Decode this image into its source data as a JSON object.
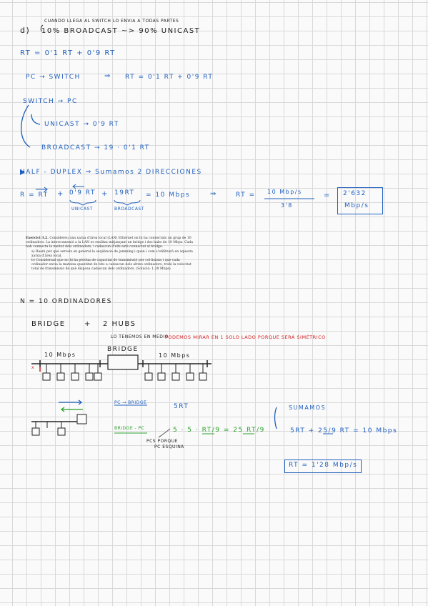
{
  "section_d": {
    "note": "CUANDO LLEGA AL SWITCH LO ENVIA A TODAS PARTES",
    "label": "d)",
    "text": "10% BROADCAST ~> 90% UNICAST"
  },
  "formula_rt": "RT = 0'1 RT + 0'9 RT",
  "pc_switch": {
    "left": "PC → SWITCH",
    "arrow": "⇒",
    "right": "RT = 0'1 RT + 0'9 RT"
  },
  "switch_pc": {
    "title": "SWITCH → PC",
    "unicast": "UNICAST → 0'9 RT",
    "broadcast": "BROADCAST → 19 · 0'1 RT"
  },
  "half_duplex": "HALF - DUPLEX ⇒ Sumamos 2 DIRECCIONES",
  "equation": {
    "lhs": "R = RT",
    "plus1": "+",
    "term1": "0'9 RT",
    "term1_label": "UNICAST",
    "plus2": "+",
    "term2": "19RT",
    "term2_label": "BROADCAST",
    "eq": "= 10 Mbps",
    "implies": "⇒",
    "rt": "RT =",
    "numerator": "10 Mbp/s",
    "denominator": "3'8",
    "equals": "=",
    "result_line1": "2'632",
    "result_line2": "Mbp/s"
  },
  "exercise": {
    "title": "Exercici 3.2.",
    "body": "Considereu una xarxa d'àrea local (LAN) Ethernet on hi ha connectats un grup de 10 ordinadors. La interconnexió a la LAN es realitza mitjançant un bridge i dos hubs de 10 Mbps. Cada hub connecta la meitat dels ordinadors, i cadascun d'ells està connectat al bridge.",
    "item_a": "a) Raoni per què serveix en general la seqüència de jamming i quan i com s'utilitzarà en aquesta xarxa d'àrea local.",
    "item_b": "b) Considerant que no hi ha pèrdua de capacitat de transmissió per col·lisions i que cada ordinador envia la mateixa quantitat de bits a cadascun dels altres ordinadors, trobi la velocitat total de transmissió de què disposa cadascun dels ordinadors. (Solució: 1,28 Mbps)."
  },
  "n_ordinadores": "N = 10 ORDINADORES",
  "bridge_hubs": {
    "bridge": "BRIDGE",
    "plus": "+",
    "hubs": "2 HUBS"
  },
  "medio_note": "LO TENEMOS EN MEDIO",
  "red_note": "PODEMOS MIRAR EN 1 SOLO LADO PORQUE SERÁ SIMÉTRICO",
  "network": {
    "left_speed": "10 Mbps",
    "bridge_label": "BRIDGE",
    "right_speed": "10 Mbps",
    "marker": "x"
  },
  "lower": {
    "pc_bridge": "PC → BRIDGE",
    "srt": "5RT",
    "bridge_pc": "BRIDGE - PC",
    "calc": "5 · 5 · RT/9 = 25 RT/9",
    "pcs_label1": "PCS PORQUE",
    "pcs_label2": "PC ESQUINA",
    "sumamos": "SUMAMOS",
    "sum": "5RT + 25/9 RT = 10 Mbps",
    "final": "RT = 1'28 Mbp/s"
  },
  "colors": {
    "ink_blue": "#1f5fbf",
    "ink_black": "#222222",
    "ink_red": "#d42020",
    "ink_green": "#2aa02a",
    "grid": "#d9d9d9"
  }
}
